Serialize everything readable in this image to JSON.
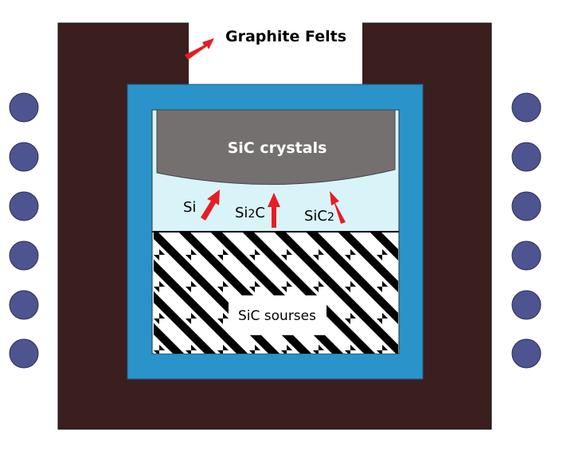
{
  "labels": {
    "graphite_felts": "Graphite Felts",
    "sic_crystals": "SiC crystals",
    "si": "Si",
    "si2c_main": "Si",
    "si2c_sub": "2",
    "si2c_tail": "C",
    "sic2_main": "SiC",
    "sic2_sub": "2",
    "sic_sources": "SiC sourses"
  },
  "colors": {
    "felt": "#3b1e1e",
    "crucible": "#2a93c9",
    "crystal": "#757070",
    "vapor": "#d8f4f8",
    "stripe_dark": "#000000",
    "stripe_light": "#ffffff",
    "coil": "#4e5490",
    "arrow": "#e81c24"
  }
}
